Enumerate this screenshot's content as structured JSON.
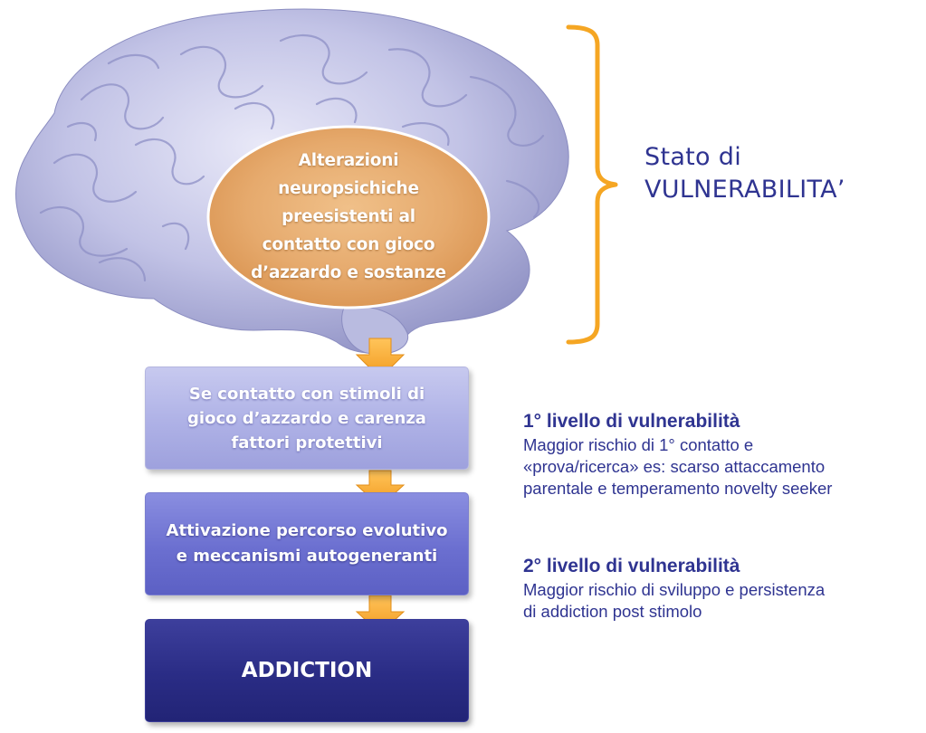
{
  "oval_text": [
    "Alterazioni",
    "neuropsichiche",
    "preesistenti al",
    "contatto con gioco",
    "d’azzardo e sostanze"
  ],
  "vulnerability_label": [
    "Stato di",
    "VULNERABILITA’"
  ],
  "flow_boxes": [
    {
      "lines": [
        "Se contatto con stimoli di",
        "gioco d’azzardo e carenza",
        "fattori protettivi"
      ]
    },
    {
      "lines": [
        "Attivazione percorso evolutivo",
        "e meccanismi autogeneranti"
      ]
    },
    {
      "lines": [
        "ADDICTION"
      ]
    }
  ],
  "levels": [
    {
      "title": "1° livello di vulnerabilità",
      "lines": [
        "Maggior rischio di 1° contatto e",
        "«prova/ricerca» es: scarso attaccamento",
        "parentale e temperamento novelty seeker"
      ]
    },
    {
      "title": "2° livello di vulnerabilità",
      "lines": [
        "Maggior rischio di sviluppo e persistenza",
        "di addiction post stimolo"
      ]
    }
  ],
  "colors": {
    "text_blue": "#2f3491",
    "bracket_orange": "#f5a623",
    "oval_orange": "#e6ad77",
    "arrow_orange": "#f6a531",
    "box_light": "#b0b3e6",
    "box_mid": "#6b6fd0",
    "box_dark": "#2a2c85"
  }
}
